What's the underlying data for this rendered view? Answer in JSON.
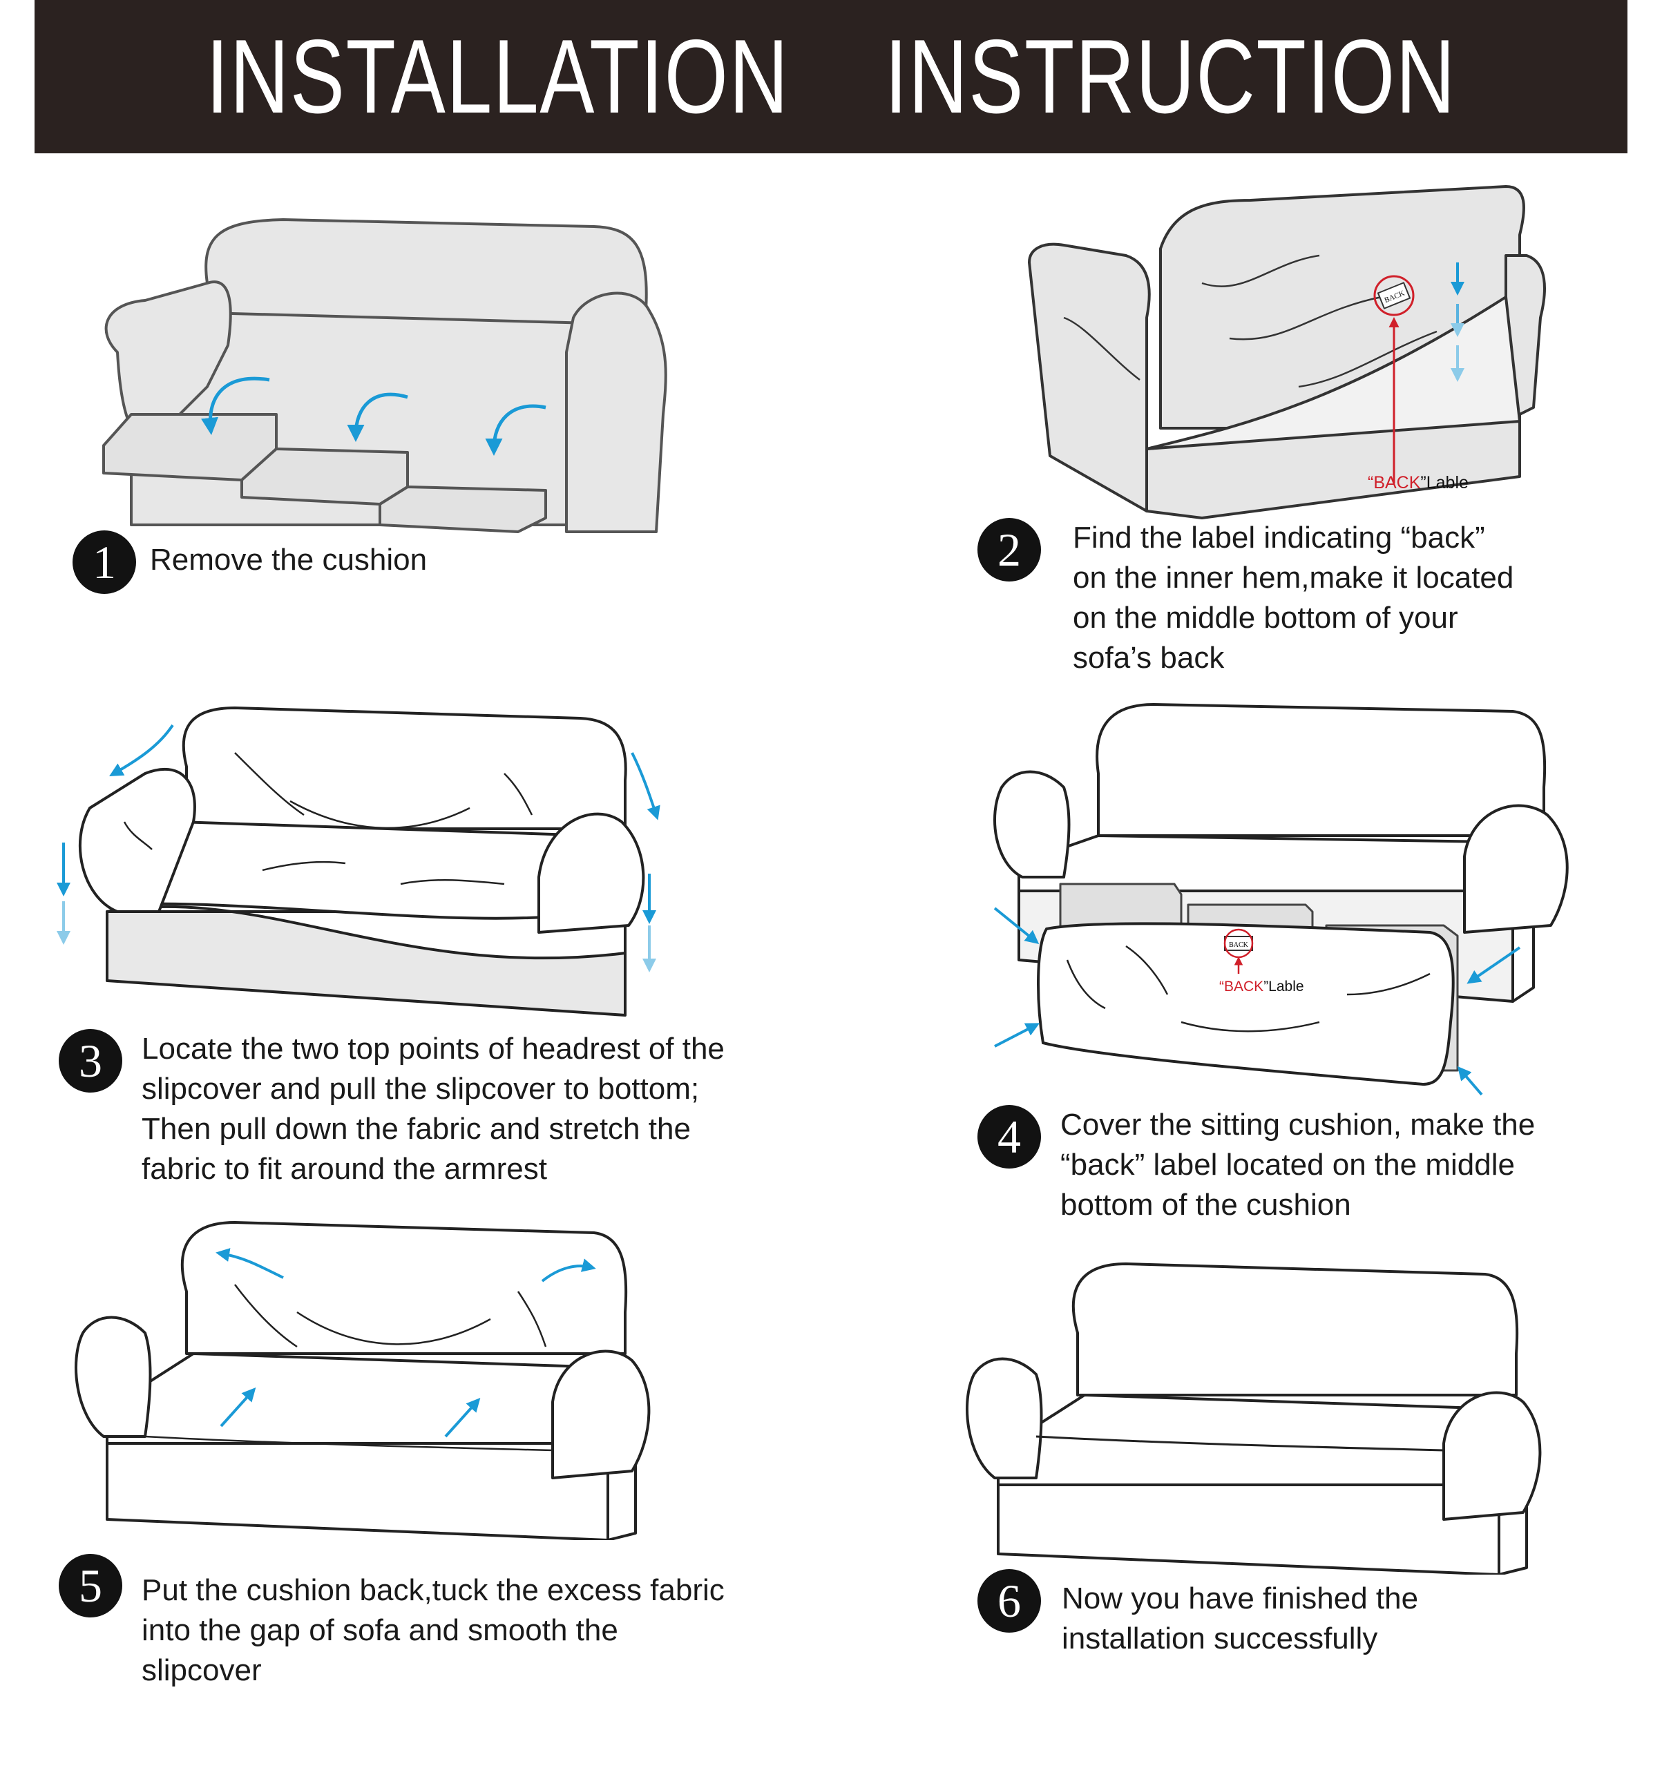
{
  "header": {
    "title": "INSTALLATION    INSTRUCTION"
  },
  "steps": [
    {
      "num": "1",
      "lines": [
        "Remove the cushion"
      ]
    },
    {
      "num": "2",
      "lines": [
        "Find the label indicating “back”",
        "on the inner hem,make it located",
        "on the middle bottom of your",
        "sofa’s back"
      ]
    },
    {
      "num": "3",
      "lines": [
        "Locate the two top points of headrest of the",
        "slipcover and pull the slipcover to bottom;",
        "Then pull down the fabric and stretch the",
        "fabric to fit around the armrest"
      ]
    },
    {
      "num": "4",
      "lines": [
        "Cover the sitting cushion, make the",
        "“back” label located on the middle",
        "bottom of the cushion"
      ]
    },
    {
      "num": "5",
      "lines": [
        "Put the cushion back,tuck the excess fabric",
        "into the gap of sofa and smooth the",
        "slipcover"
      ]
    },
    {
      "num": "6",
      "lines": [
        "Now you have finished the",
        "installation successfully"
      ]
    }
  ],
  "labels": {
    "back_tag": "BACK",
    "back_label_quote_open": "“",
    "back_label_word": "BACK",
    "back_label_rest": "”Lable"
  },
  "colors": {
    "banner": "#2b2220",
    "arrow": "#1a9ad6",
    "arrow_light": "#8ccbe9",
    "label_red": "#d0202a",
    "sofa_fill": "#e7e7e7"
  }
}
